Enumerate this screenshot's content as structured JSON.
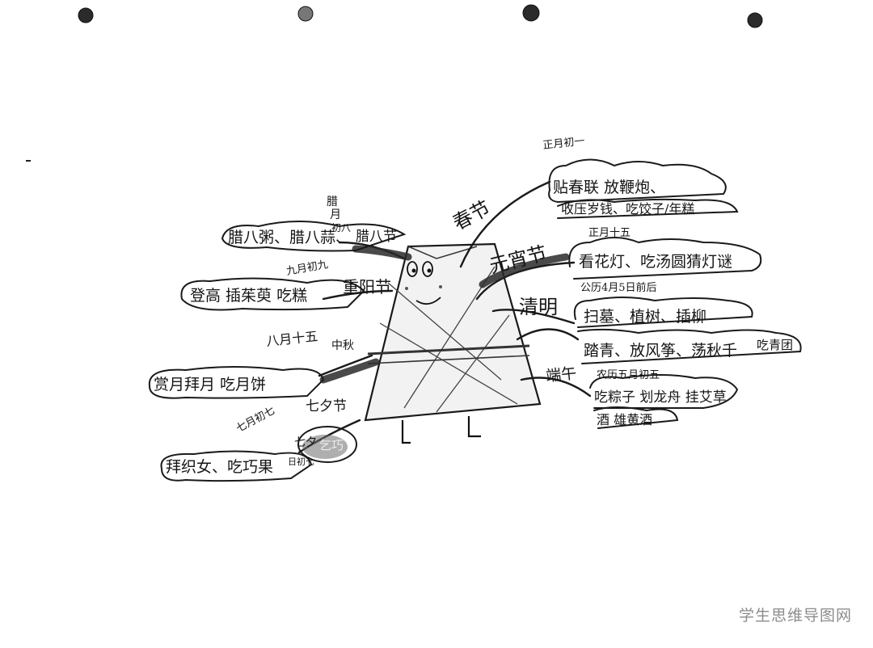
{
  "center": {
    "left_group": "腊",
    "left_group_mid": "月",
    "left_group_sub": "初八",
    "top_label": "腊八节"
  },
  "branches": {
    "chunjie": {
      "name": "春节",
      "date": "正月初一",
      "line1": "贴春联 放鞭炮、",
      "line2": "收压岁钱、吃饺子/年糕"
    },
    "yuanxiao": {
      "name": "元宵节",
      "date": "正月十五",
      "line1": "看花灯、吃汤圆猜灯谜"
    },
    "qingming": {
      "name": "清明",
      "date": "公历4月5日前后",
      "line1": "扫墓、植树、插柳",
      "line2": "踏青、放风筝、荡秋千",
      "line3": "吃青团"
    },
    "duanwu": {
      "name": "端午",
      "date": "农历五月初五",
      "line1": "吃粽子 划龙舟 挂艾草",
      "line2": "酒 雄黄酒"
    },
    "laba": {
      "name": "腊八节",
      "detail": "腊八粥、腊八蒜、"
    },
    "chongyang": {
      "name": "重阳节",
      "date": "九月初九",
      "detail": "登高 插茱萸 吃糕"
    },
    "zhongqiu": {
      "name": "中秋",
      "date": "八月十五",
      "detail": "赏月拜月 吃月饼"
    },
    "qixi": {
      "name": "七夕节",
      "date": "七月初七",
      "detail": "拜织女、吃巧果",
      "sub1": "乞巧",
      "sub2": "七夕",
      "sub3": "日初七"
    }
  },
  "watermark": "学生思维导图网"
}
